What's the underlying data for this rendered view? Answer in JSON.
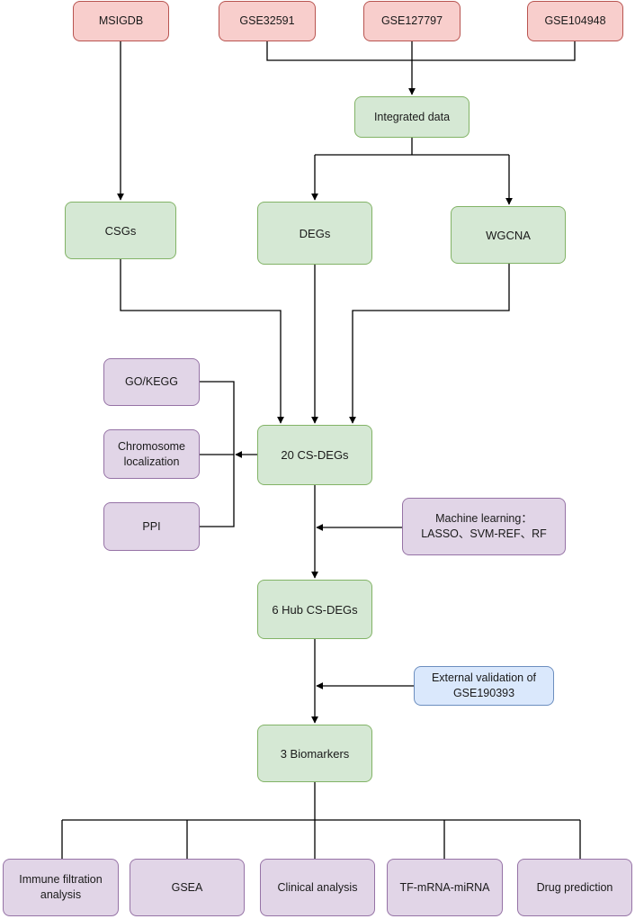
{
  "colors": {
    "source_fill": "#f8cecc",
    "source_stroke": "#b85450",
    "process_fill": "#d5e8d4",
    "process_stroke": "#82b366",
    "analysis_fill": "#e1d5e7",
    "analysis_stroke": "#9673a6",
    "validation_fill": "#dae8fc",
    "validation_stroke": "#6c8ebf",
    "edge": "#000000"
  },
  "nodes": {
    "msigdb": "MSIGDB",
    "gse32591": "GSE32591",
    "gse127797": "GSE127797",
    "gse104948": "GSE104948",
    "integrated": "Integrated data",
    "csgs": "CSGs",
    "degs": "DEGs",
    "wgcna": "WGCNA",
    "gokegg": "GO/KEGG",
    "chromosome": "Chromosome\nlocalization",
    "ppi": "PPI",
    "csdegs20": "20 CS-DEGs",
    "ml": "Machine learning：\nLASSO、SVM-REF、RF",
    "hub6": "6 Hub CS-DEGs",
    "validation": "External validation of\nGSE190393",
    "biomarkers": "3 Biomarkers",
    "immune": "Immune filtration\nanalysis",
    "gsea": "GSEA",
    "clinical": "Clinical analysis",
    "tf": "TF-mRNA-miRNA",
    "drug": "Drug prediction"
  }
}
